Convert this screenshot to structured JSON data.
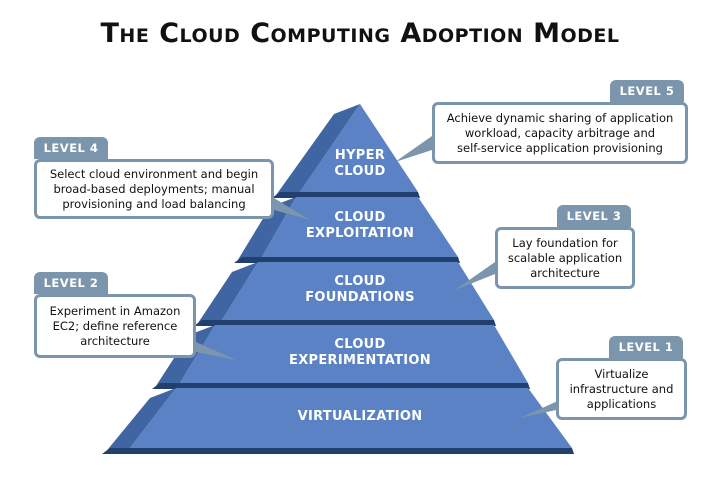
{
  "title": "The Cloud Computing Adoption Model",
  "colors": {
    "pyramid_front": "#5a82c4",
    "pyramid_side": "#3f65a3",
    "pyramid_shadow": "#22406e",
    "callout_border": "#7b95ad"
  },
  "levels": [
    {
      "number_label": "LEVEL 1",
      "tier_lines": [
        "VIRTUALIZATION"
      ],
      "description": "Virtualize\ninfrastructure and\napplications"
    },
    {
      "number_label": "LEVEL 2",
      "tier_lines": [
        "CLOUD",
        "EXPERIMENTATION"
      ],
      "description": "Experiment in Amazon\nEC2; define reference\narchitecture"
    },
    {
      "number_label": "LEVEL 3",
      "tier_lines": [
        "CLOUD",
        "FOUNDATIONS"
      ],
      "description": "Lay foundation for\nscalable application\narchitecture"
    },
    {
      "number_label": "LEVEL 4",
      "tier_lines": [
        "CLOUD",
        "EXPLOITATION"
      ],
      "description": "Select cloud environment and begin\nbroad-based deployments; manual\nprovisioning and load balancing"
    },
    {
      "number_label": "LEVEL 5",
      "tier_lines": [
        "HYPER",
        "CLOUD"
      ],
      "description": "Achieve dynamic sharing of application\nworkload, capacity arbitrage and\nself-service application provisioning"
    }
  ]
}
